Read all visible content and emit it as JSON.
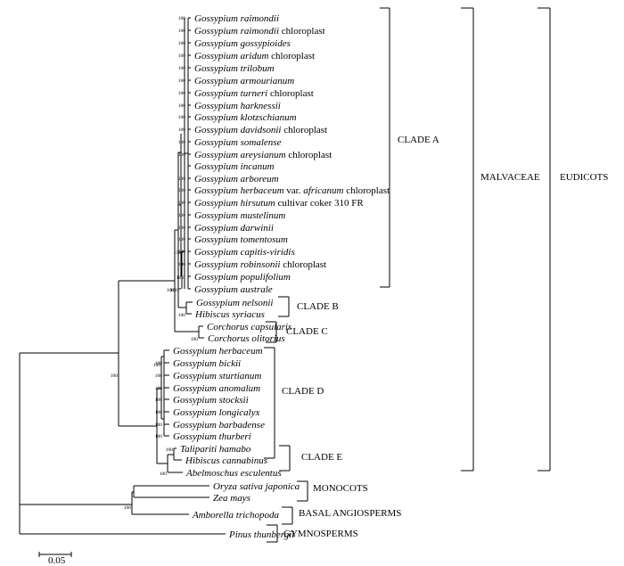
{
  "tree": {
    "leaves": [
      {
        "id": "raimondii",
        "genus_species": "Gossypium raimondii",
        "suffix": ""
      },
      {
        "id": "raimondii-cp",
        "genus_species": "Gossypium raimondii",
        "suffix": " chloroplast"
      },
      {
        "id": "gossypioides",
        "genus_species": "Gossypium gossypioides",
        "suffix": ""
      },
      {
        "id": "aridum-cp",
        "genus_species": "Gossypium aridum",
        "suffix": " chloroplast"
      },
      {
        "id": "trilobum",
        "genus_species": "Gossypium trilobum",
        "suffix": ""
      },
      {
        "id": "armourianum",
        "genus_species": "Gossypium armourianum",
        "suffix": ""
      },
      {
        "id": "turneri-cp",
        "genus_species": "Gossypium turneri",
        "suffix": " chloroplast"
      },
      {
        "id": "harknessii",
        "genus_species": "Gossypium harknessii",
        "suffix": ""
      },
      {
        "id": "klotzschianum",
        "genus_species": "Gossypium klotzschianum",
        "suffix": ""
      },
      {
        "id": "davidsonii-cp",
        "genus_species": "Gossypium davidsonii",
        "suffix": " chloroplast"
      },
      {
        "id": "somalense",
        "genus_species": "Gossypium somalense",
        "suffix": ""
      },
      {
        "id": "areysianum-cp",
        "genus_species": "Gossypium areysianum",
        "suffix": " chloroplast"
      },
      {
        "id": "incanum",
        "genus_species": "Gossypium incanum",
        "suffix": ""
      },
      {
        "id": "arboreum",
        "genus_species": "Gossypium arboreum",
        "suffix": ""
      },
      {
        "id": "herbaceum-africanum",
        "genus_species": "Gossypium herbaceum",
        "suffix": " var. ",
        "extra_italic": "africanum",
        "suffix2": " chloroplast"
      },
      {
        "id": "hirsutum",
        "genus_species": "Gossypium hirsutum",
        "suffix": " cultivar coker 310 FR"
      },
      {
        "id": "mustelinum",
        "genus_species": "Gossypium mustelinum",
        "suffix": ""
      },
      {
        "id": "darwinii",
        "genus_species": "Gossypium darwinii",
        "suffix": ""
      },
      {
        "id": "tomentosum",
        "genus_species": "Gossypium tomentosum",
        "suffix": ""
      },
      {
        "id": "capitis-viridis",
        "genus_species": "Gossypium capitis-viridis",
        "suffix": ""
      },
      {
        "id": "robinsonii-cp",
        "genus_species": "Gossypium robinsonii",
        "suffix": " chloroplast"
      },
      {
        "id": "populifolium",
        "genus_species": "Gossypium populifolium",
        "suffix": ""
      },
      {
        "id": "australe",
        "genus_species": "Gossypium australe",
        "suffix": ""
      },
      {
        "id": "nelsonii",
        "genus_species": "Gossypium nelsonii",
        "suffix": ""
      },
      {
        "id": "syriacus",
        "genus_species": "Hibiscus syriacus",
        "suffix": ""
      },
      {
        "id": "capsularis",
        "genus_species": "Corchorus capsularis",
        "suffix": ""
      },
      {
        "id": "olitorius",
        "genus_species": "Corchorus olitorius",
        "suffix": ""
      },
      {
        "id": "herbaceum",
        "genus_species": "Gossypium herbaceum",
        "suffix": ""
      },
      {
        "id": "bickii",
        "genus_species": "Gossypium bickii",
        "suffix": ""
      },
      {
        "id": "sturtianum",
        "genus_species": "Gossypium sturtianum",
        "suffix": ""
      },
      {
        "id": "anomalum",
        "genus_species": "Gossypium anomalum",
        "suffix": ""
      },
      {
        "id": "stocksii",
        "genus_species": "Gossypium stocksii",
        "suffix": ""
      },
      {
        "id": "longicalyx",
        "genus_species": "Gossypium longicalyx",
        "suffix": ""
      },
      {
        "id": "barbadense",
        "genus_species": "Gossypium barbadense",
        "suffix": ""
      },
      {
        "id": "thurberi",
        "genus_species": "Gossypium thurberi",
        "suffix": ""
      },
      {
        "id": "hamabo",
        "genus_species": "Talipariti hamabo",
        "suffix": ""
      },
      {
        "id": "cannabinus",
        "genus_species": "Hibiscus cannabinus",
        "suffix": ""
      },
      {
        "id": "esculentus",
        "genus_species": "Abelmoschus esculentus",
        "suffix": ""
      },
      {
        "id": "oryza",
        "genus_species": "Oryza sativa japonica",
        "suffix": ""
      },
      {
        "id": "zea",
        "genus_species": "Zea mays",
        "suffix": ""
      },
      {
        "id": "amborella",
        "genus_species": "Amborella trichopoda",
        "suffix": ""
      },
      {
        "id": "pinus",
        "genus_species": "Pinus thunbergii",
        "suffix": ""
      }
    ],
    "support_value": "100",
    "clade_labels": [
      {
        "id": "clade-a",
        "text": "CLADE A"
      },
      {
        "id": "clade-b",
        "text": "CLADE B"
      },
      {
        "id": "clade-c",
        "text": "CLADE C"
      },
      {
        "id": "clade-d",
        "text": "CLADE D"
      },
      {
        "id": "clade-e",
        "text": "CLADE E"
      },
      {
        "id": "monocots",
        "text": "MONOCOTS"
      },
      {
        "id": "basal-angiosperms",
        "text": "BASAL ANGIOSPERMS"
      },
      {
        "id": "gymnosperms",
        "text": "GYMNOSPERMS"
      },
      {
        "id": "malvaceae",
        "text": "MALVACEAE"
      },
      {
        "id": "eudicots",
        "text": "EUDICOTS"
      }
    ],
    "scale_bar_label": "0.05"
  }
}
